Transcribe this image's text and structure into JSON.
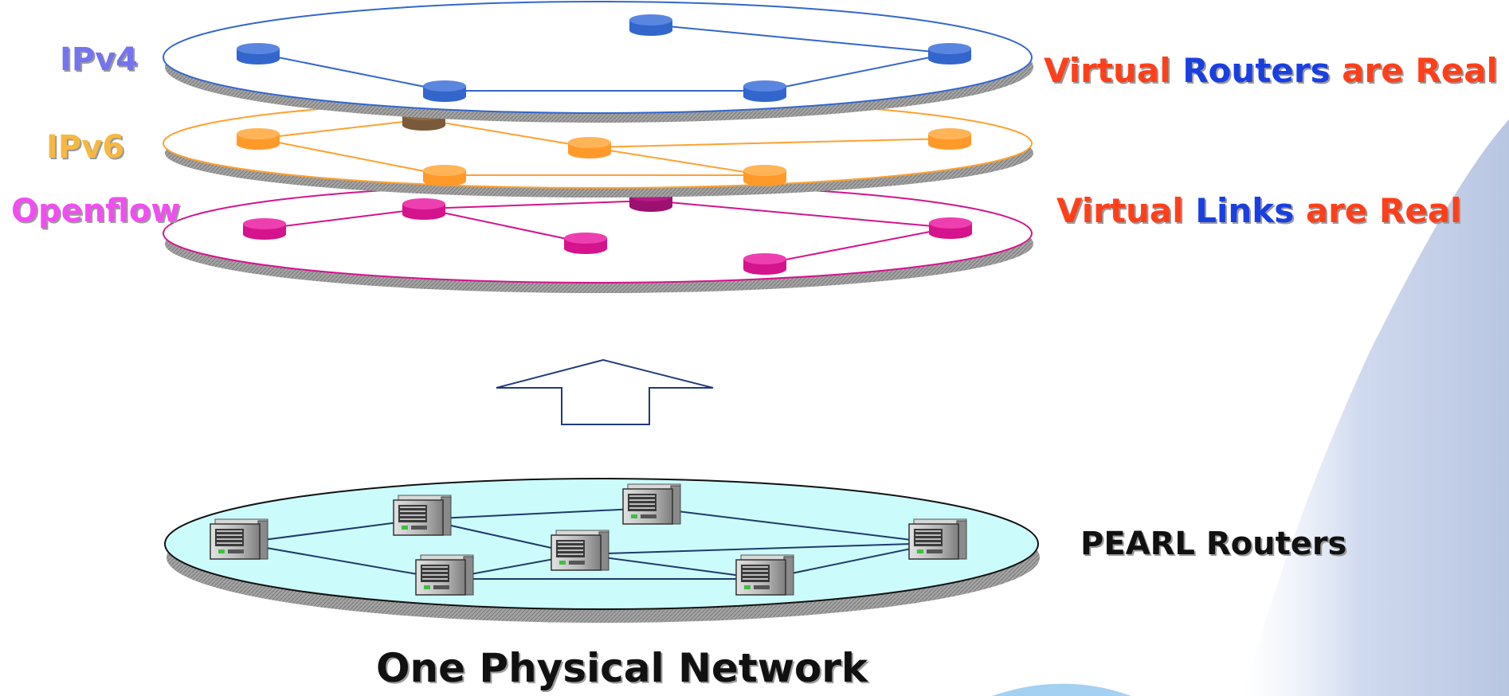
{
  "layers": {
    "ipv4": {
      "label": "IPv4",
      "color": "#3366cc"
    },
    "ipv6": {
      "label": "IPv6",
      "color": "#ffa030"
    },
    "openflow": {
      "label": "Openflow",
      "color": "#d4138c"
    }
  },
  "captions": {
    "virtual_routers": {
      "w1": "Virtual",
      "w2": "Routers",
      "w3": "are Real"
    },
    "virtual_links": {
      "w1": "Virtual",
      "w2": "Links",
      "w3": "are Real"
    },
    "pearl_routers": "PEARL Routers",
    "physical_network": "One Physical Network"
  },
  "colors": {
    "caption_red": "#ff3f1a",
    "caption_blue": "#1a3fe0",
    "physical_plane_fill": "#ccfbfb",
    "background_swoosh": "#c3cfe6"
  },
  "icons": {
    "arrow": "up-arrow-icon",
    "router": "server-router-icon"
  }
}
